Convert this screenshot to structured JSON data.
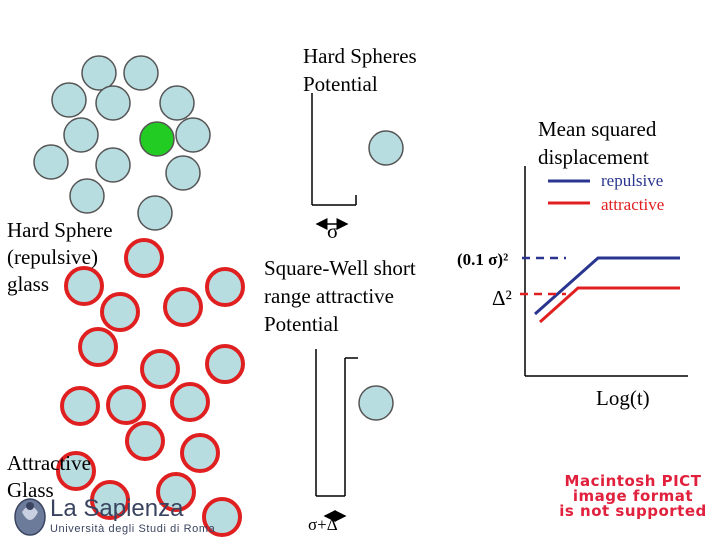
{
  "labels": {
    "hard_spheres_line1": "Hard Spheres",
    "hard_spheres_line2": "Potential",
    "msd_line1": "Mean squared",
    "msd_line2": "displacement",
    "legend_repulsive": "repulsive",
    "legend_attractive": "attractive",
    "hs_glass_line1": "Hard Sphere",
    "hs_glass_line2": "(repulsive)",
    "hs_glass_line3": "glass",
    "sigma": "σ",
    "square_well_line1": "Square-Well short",
    "square_well_line2": "range attractive",
    "square_well_line3": "Potential",
    "plateau_repulsive": "(0.1 σ)²",
    "plateau_attractive": "Δ²",
    "log_t": "Log(t)",
    "attractive_glass_line1": "Attractive",
    "attractive_glass_line2": "Glass",
    "sigma_plus_delta": "σ+Δ"
  },
  "logo": {
    "name": "La Sapienza",
    "subtitle": "Università degli Studi di Roma"
  },
  "pict_notice": {
    "line1": "Macintosh PICT",
    "line2": "image format",
    "line3": "is not supported"
  },
  "colors": {
    "sphere_fill": "#b8dde0",
    "highlight_sphere": "#22cc22",
    "attractive_red": "#e02020",
    "repulsive_blue": "#2a3590"
  }
}
